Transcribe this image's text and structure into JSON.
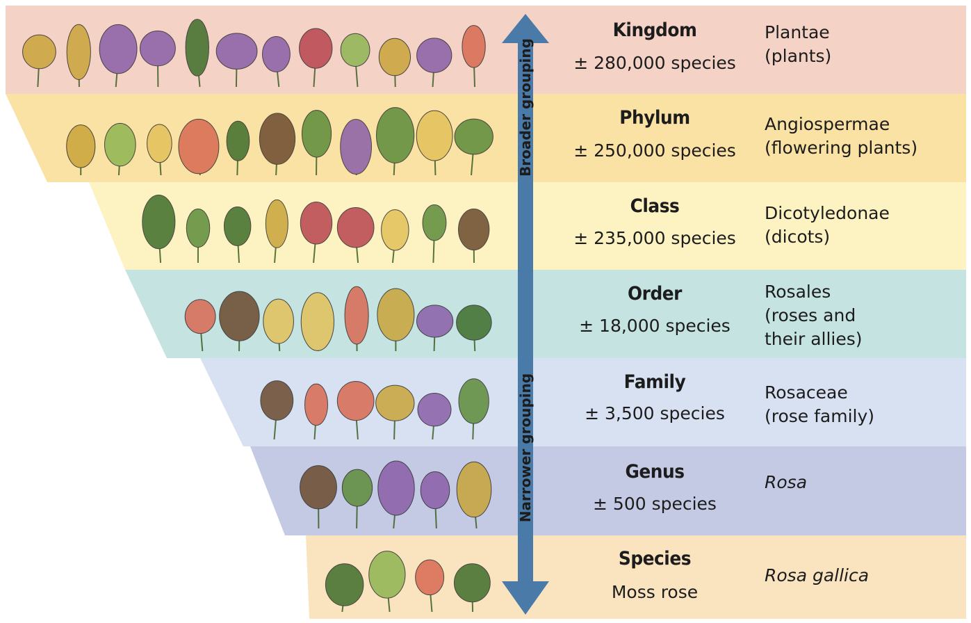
{
  "colors": {
    "kingdom": "#f4d2c6",
    "phylum": "#fae2a4",
    "class": "#fdf3c2",
    "order": "#c4e3e1",
    "family": "#d8e1f2",
    "genus": "#c4cae4",
    "species": "#fae4c0",
    "arrow": "#4a7aa8",
    "text": "#1c1c1c"
  },
  "ranks": [
    {
      "id": "kingdom",
      "name": "Kingdom",
      "count": "± 280,000 species",
      "taxon": "Plantae\n(plants)",
      "italic": false
    },
    {
      "id": "phylum",
      "name": "Phylum",
      "count": "± 250,000 species",
      "taxon": "Angiospermae\n(flowering plants)",
      "italic": false
    },
    {
      "id": "class",
      "name": "Class",
      "count": "± 235,000 species",
      "taxon": "Dicotyledonae\n(dicots)",
      "italic": false
    },
    {
      "id": "order",
      "name": "Order",
      "count": "± 18,000 species",
      "taxon": "Rosales\n(roses and\ntheir allies)",
      "italic": false
    },
    {
      "id": "family",
      "name": "Family",
      "count": "± 3,500 species",
      "taxon": "Rosaceae\n(rose family)",
      "italic": false
    },
    {
      "id": "genus",
      "name": "Genus",
      "count": "± 500 species",
      "taxon": "Rosa",
      "italic": true
    },
    {
      "id": "species",
      "name": "Species",
      "count": "Moss rose",
      "taxon": "Rosa gallica",
      "italic": true
    }
  ],
  "arrow": {
    "top_label": "Broader grouping",
    "bottom_label": "Narrower grouping"
  }
}
